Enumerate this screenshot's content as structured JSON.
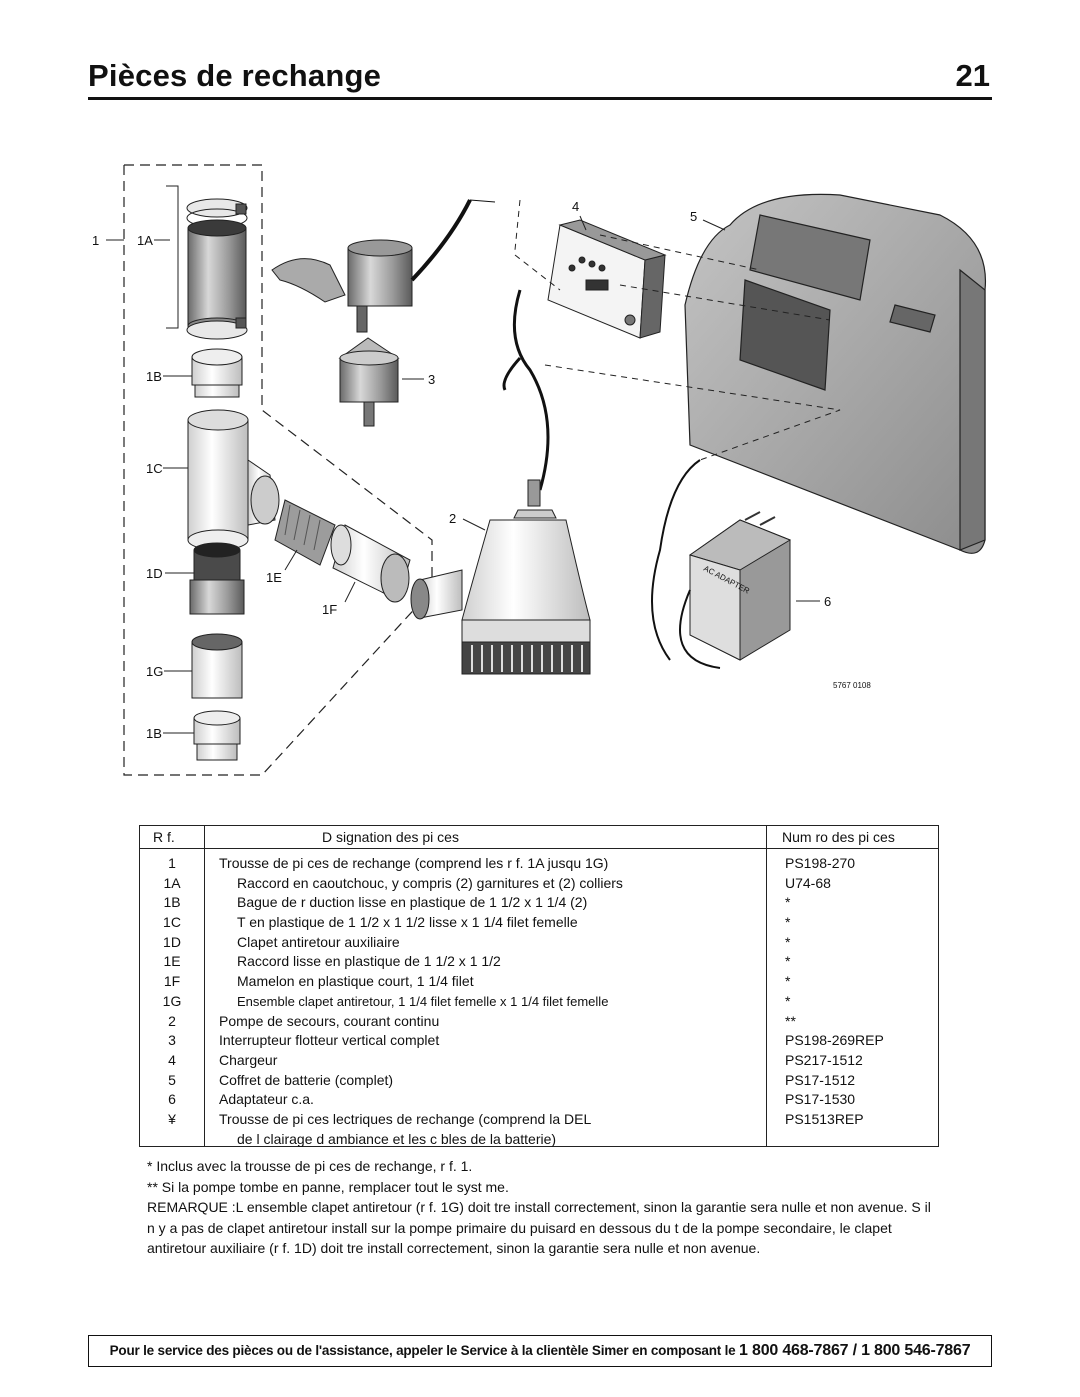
{
  "page": {
    "title": "Pièces de rechange",
    "number": "21"
  },
  "diagram": {
    "callouts": [
      "1",
      "1A",
      "1B",
      "1C",
      "1D",
      "1E",
      "1F",
      "1G",
      "1B",
      "2",
      "3",
      "4",
      "5",
      "6"
    ],
    "adapter_label": "AC ADAPTER",
    "figure_code": "5767 0108"
  },
  "table": {
    "headers": {
      "ref": "R f.",
      "desc": "D signation des pi ces",
      "num": "Num ro des pi ces"
    },
    "rows": [
      {
        "ref": "1",
        "desc": "Trousse de pi ces de rechange (comprend les r f. 1A jusqu   1G)",
        "num": "PS198-270",
        "indent": false
      },
      {
        "ref": "1A",
        "desc": "Raccord en caoutchouc, y compris (2) garnitures et (2) colliers",
        "num": "U74-68",
        "indent": true
      },
      {
        "ref": "1B",
        "desc": "Bague de r duction lisse en plastique de 1 1/2   x 1 1/4   (2)",
        "num": "*",
        "indent": true
      },
      {
        "ref": "1C",
        "desc": "T  en plastique de 1 1/2   x 1 1/2 lisse x 1 1/4 filet  femelle",
        "num": "*",
        "indent": true
      },
      {
        "ref": "1D",
        "desc": "Clapet antiretour auxiliaire",
        "num": "*",
        "indent": true
      },
      {
        "ref": "1E",
        "desc": "Raccord lisse en plastique de 1 1/2   x 1 1/2",
        "num": "*",
        "indent": true
      },
      {
        "ref": "1F",
        "desc": "Mamelon en plastique court, 1 1/4 filet",
        "num": "*",
        "indent": true
      },
      {
        "ref": "1G",
        "desc": "Ensemble clapet antiretour, 1 1/4  filet  femelle x 1 1/4  filet  femelle",
        "num": "*",
        "indent": true,
        "small": true
      },
      {
        "ref": "2",
        "desc": "Pompe de secours, courant continu",
        "num": "**",
        "indent": false
      },
      {
        "ref": "3",
        "desc": "Interrupteur   flotteur vertical complet",
        "num": "PS198-269REP",
        "indent": false
      },
      {
        "ref": "4",
        "desc": "Chargeur",
        "num": "PS217-1512",
        "indent": false
      },
      {
        "ref": "5",
        "desc": "Coffret de batterie (complet)",
        "num": "PS17-1512",
        "indent": false
      },
      {
        "ref": "6",
        "desc": "Adaptateur c.a.",
        "num": "PS17-1530",
        "indent": false
      },
      {
        "ref": "¥",
        "desc": "Trousse de pi ces  lectriques de rechange (comprend la DEL",
        "num": "PS1513REP",
        "indent": false
      },
      {
        "ref": "",
        "desc": "de l  clairage d ambiance et les c bles de la batterie)",
        "num": "",
        "indent": true
      }
    ]
  },
  "notes": [
    "*   Inclus avec la trousse de pi ces de rechange, r f. 1.",
    "** Si la pompe tombe en panne, remplacer tout le syst me.",
    "REMARQUE :L ensemble clapet antiretour (r f.  1G) doit  tre install  correctement, sinon la garantie sera nulle et non avenue. S il n y a pas de clapet antiretour install  sur la pompe primaire du puisard en dessous du t  de la pompe secondaire, le clapet antiretour auxiliaire (r f. 1D) doit  tre install  correctement, sinon la garantie sera nulle et non avenue."
  ],
  "footer": {
    "text": "Pour le service des pièces ou de l'assistance, appeler le Service à la clientèle Simer en composant le",
    "phone": "1 800 468-7867 / 1 800 546-7867"
  }
}
